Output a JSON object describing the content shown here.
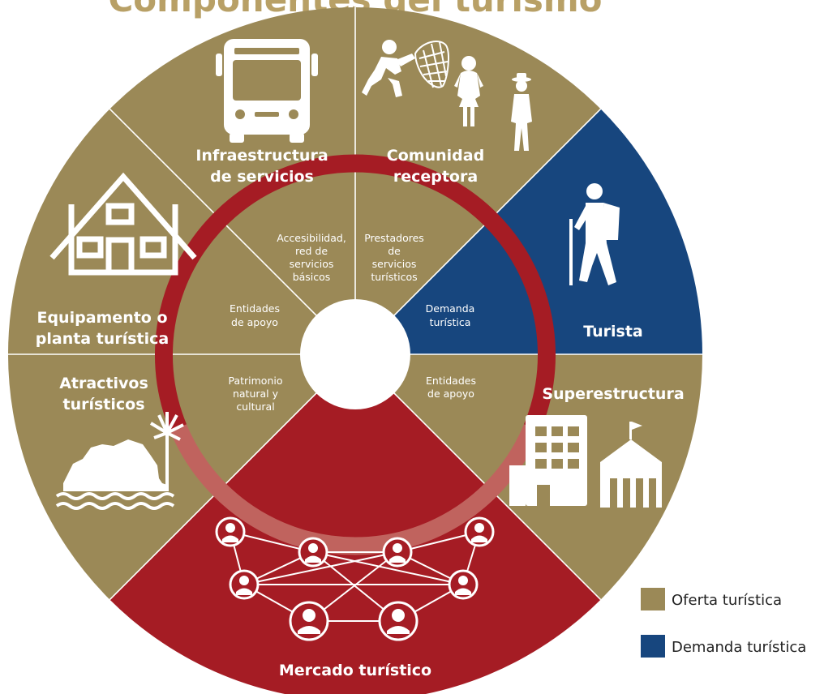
{
  "title": "Componentes del turismo",
  "colors": {
    "gold": "#9B8957",
    "blue": "#17467E",
    "red": "#A51C24",
    "pink": "#C0635E",
    "title": "#B8A066",
    "white": "#ffffff"
  },
  "segments": {
    "infraestructura": [
      "Infraestructura",
      "de servicios"
    ],
    "comunidad": [
      "Comunidad",
      "receptora"
    ],
    "turista": "Turista",
    "equipamento": [
      "Equipamento o",
      "planta turística"
    ],
    "atractivos": [
      "Atractivos",
      "turísticos"
    ],
    "superestructura": "Superestructura",
    "mercado": "Mercado turístico"
  },
  "inner": {
    "accesibilidad": [
      "Accesibilidad,",
      "red de",
      "servicios",
      "básicos"
    ],
    "prestadores": [
      "Prestadores",
      "de",
      "servicios",
      "turísticos"
    ],
    "entidades_left": [
      "Entidades",
      "de apoyo"
    ],
    "demanda": [
      "Demanda",
      "turística"
    ],
    "patrimonio": [
      "Patrimonio",
      "natural y",
      "cultural"
    ],
    "entidades_right": [
      "Entidades",
      "de apoyo"
    ]
  },
  "legend": [
    {
      "label": "Oferta turística",
      "color": "#9B8957"
    },
    {
      "label": "Demanda turística",
      "color": "#17467E"
    }
  ],
  "icons": [
    "bus-icon",
    "community-people-icon",
    "hiker-icon",
    "house-icon",
    "island-palm-icon",
    "buildings-icon",
    "network-icon"
  ]
}
